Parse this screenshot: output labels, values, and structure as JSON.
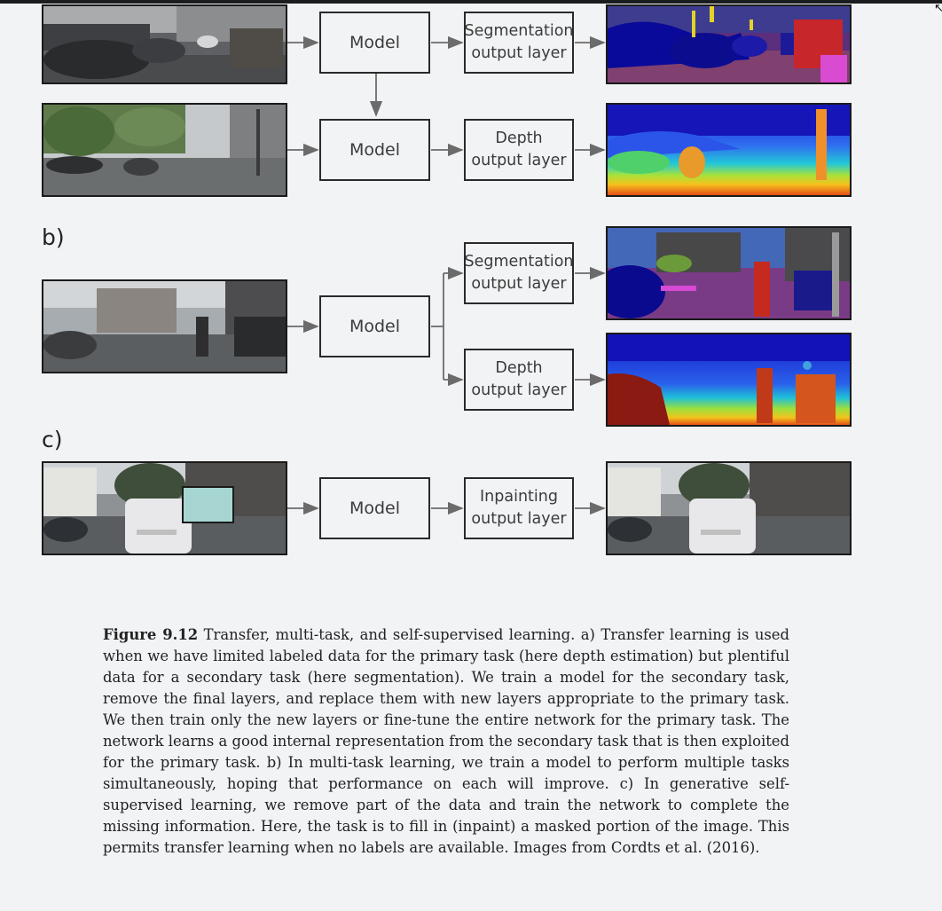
{
  "labels": {
    "b": "b)",
    "c": "c)"
  },
  "boxes": {
    "model": "Model",
    "seg_line1": "Segmentation",
    "seg_line2": "output layer",
    "depth_line1": "Depth",
    "depth_line2": "output layer",
    "inpaint_line1": "Inpainting",
    "inpaint_line2": "output layer"
  },
  "caption": {
    "figure_label": "Figure 9.12",
    "text": "Transfer, multi-task, and self-supervised learning. a) Transfer learning is used when we have limited labeled data for the primary task (here depth estimation) but plentiful data for a secondary task (here segmentation). We train a model for the secondary task, remove the final layers, and replace them with new layers appropriate to the primary task. We then train only the new layers or fine-tune the entire network for the primary task. The network learns a good internal representation from the secondary task that is then exploited for the primary task. b) In multi-task learning, we train a model to perform multiple tasks simultaneously, hoping that performance on each will improve. c) In generative self-supervised learning, we remove part of the data and train the network to complete the missing information. Here, the task is to fill in (inpaint) a masked portion of the image. This permits transfer learning when no labels are available. Images from Cordts et al. (2016)."
  },
  "colors": {
    "arrow": "#6b6b6b",
    "box_border": "#2a2a2a",
    "inpaint_mask": "#a7d6d2"
  }
}
